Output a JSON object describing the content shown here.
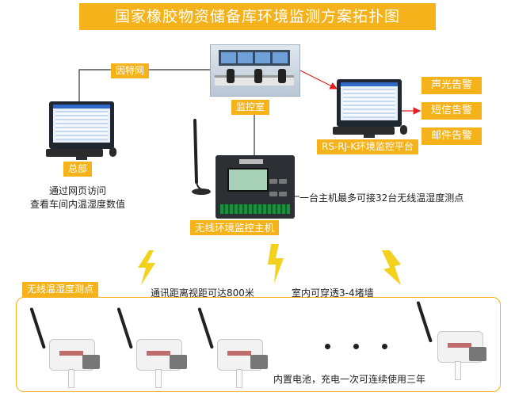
{
  "title": "国家橡胶物资储备库环境监测方案拓扑图",
  "labels": {
    "internet": "因特网",
    "monitor_room": "监控室",
    "platform": "RS-RJ-K环境监控平台",
    "headquarters": "总部",
    "host": "无线环境监控主机",
    "sensor_points": "无线温湿度测点"
  },
  "alarms": [
    "声光告警",
    "短信告警",
    "邮件告警"
  ],
  "texts": {
    "hq_line1": "通过网页访问",
    "hq_line2": "查看车间内温湿度数值",
    "host_capacity": "一台主机最多可接32台无线温湿度测点",
    "range": "通讯距离视距可达800米",
    "penetration": "室内可穿透3-4堵墙",
    "battery": "内置电池，充电一次可连续使用三年"
  },
  "colors": {
    "accent": "#f6b21b",
    "line": "#333333",
    "arrow_red": "#e02020",
    "lightning": "#f2d21e"
  },
  "icons": [
    "monitor-icon",
    "keyboard-icon",
    "mouse-icon",
    "antenna-icon",
    "lightning-icon",
    "sensor-icon",
    "control-room-image"
  ]
}
